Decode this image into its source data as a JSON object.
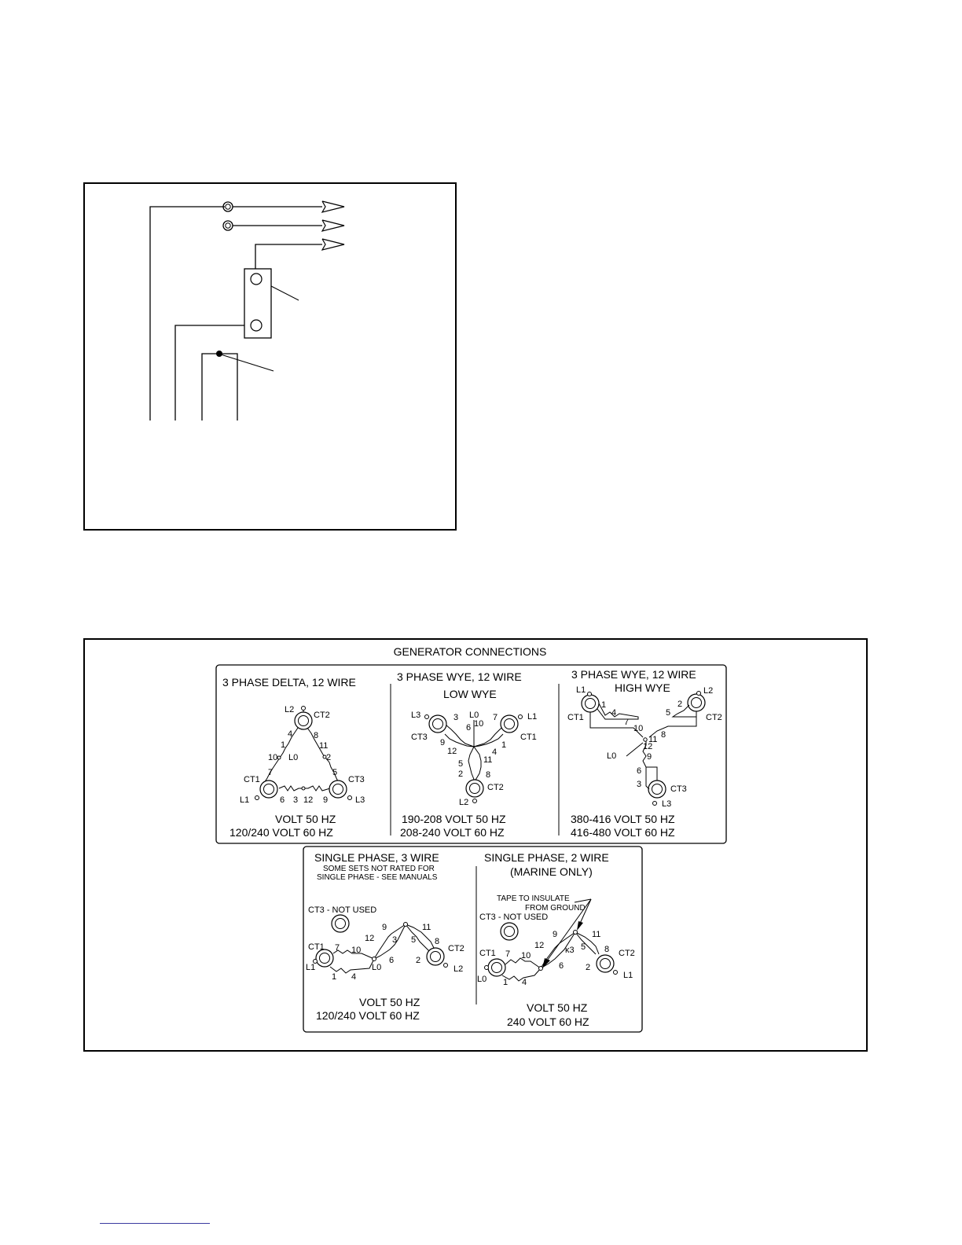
{
  "top_diagram": {
    "description_visible": false
  },
  "generator_connections": {
    "title": "GENERATOR CONNECTIONS",
    "delta": {
      "title": "3 PHASE DELTA, 12 WIRE",
      "terminals": {
        "l2": "L2",
        "ct2": "CT2",
        "ct1": "CT1",
        "ct3": "CT3",
        "l1": "L1",
        "l3": "L3",
        "l0": "L0"
      },
      "leads": {
        "n1": "1",
        "n2": "2",
        "n3": "3",
        "n4": "4",
        "n5": "5",
        "n6": "6",
        "n7": "7",
        "n8": "8",
        "n9": "9",
        "n10": "10",
        "n11": "11",
        "n12": "12"
      },
      "volt_line1": "VOLT  50 HZ",
      "volt_line2": "120/240 VOLT  60 HZ"
    },
    "low_wye": {
      "title": "3 PHASE WYE, 12 WIRE",
      "subtitle": "LOW WYE",
      "terminals": {
        "l0": "L0",
        "l3": "L3",
        "l1": "L1",
        "ct3": "CT3",
        "ct1": "CT1",
        "ct2": "CT2",
        "l2": "L2"
      },
      "leads": {
        "n1": "1",
        "n2": "2",
        "n3": "3",
        "n4": "4",
        "n5": "5",
        "n6": "6",
        "n7": "7",
        "n8": "8",
        "n9": "9",
        "n10": "10",
        "n11": "11",
        "n12": "12"
      },
      "volt_line1": "190-208 VOLT  50 HZ",
      "volt_line2": "208-240 VOLT  60 HZ"
    },
    "high_wye": {
      "title": "3 PHASE WYE, 12 WIRE",
      "subtitle": "HIGH WYE",
      "terminals": {
        "l1": "L1",
        "l2": "L2",
        "ct1": "CT1",
        "ct2": "CT2",
        "l0": "L0",
        "ct3": "CT3",
        "l3": "L3"
      },
      "leads": {
        "n1": "1",
        "n2": "2",
        "n3": "3",
        "n4": "4",
        "n5": "5",
        "n6": "6",
        "n7": "7",
        "n8": "8",
        "n9": "9",
        "n10": "10",
        "n11": "11",
        "n12": "12"
      },
      "volt_line1": "380-416 VOLT  50 HZ",
      "volt_line2": "416-480 VOLT  60 HZ"
    },
    "single3": {
      "title": "SINGLE PHASE, 3 WIRE",
      "note1": "SOME SETS NOT RATED FOR",
      "note2": "SINGLE PHASE - SEE MANUALS",
      "ct3_note": "CT3 - NOT USED",
      "terminals": {
        "ct1": "CT1",
        "l1": "L1",
        "l0": "L0",
        "ct2": "CT2",
        "l2": "L2"
      },
      "leads": {
        "n1": "1",
        "n2": "2",
        "n3": "3",
        "n4": "4",
        "n5": "5",
        "n6": "6",
        "n7": "7",
        "n8": "8",
        "n9": "9",
        "n10": "10",
        "n11": "11",
        "n12": "12"
      },
      "volt_line1": "VOLT  50 HZ",
      "volt_line2": "120/240 VOLT  60 HZ"
    },
    "single2": {
      "title": "SINGLE PHASE, 2 WIRE",
      "subtitle": "(MARINE ONLY)",
      "tape_note1": "TAPE TO INSULATE",
      "tape_note2": "FROM GROUND",
      "ct3_note": "CT3 - NOT USED",
      "terminals": {
        "ct1": "CT1",
        "l0": "L0",
        "ct2": "CT2",
        "l1": "L1"
      },
      "leads": {
        "n1": "1",
        "n2": "2",
        "n3": "ĸ3",
        "n4": "4",
        "n5": "5",
        "n6": "6",
        "n7": "7",
        "n8": "8",
        "n9": "9",
        "n10": "10",
        "n11": "11",
        "n12": "12"
      },
      "volt_line1": "VOLT 50 HZ",
      "volt_line2": "240 VOLT 60 HZ"
    }
  }
}
